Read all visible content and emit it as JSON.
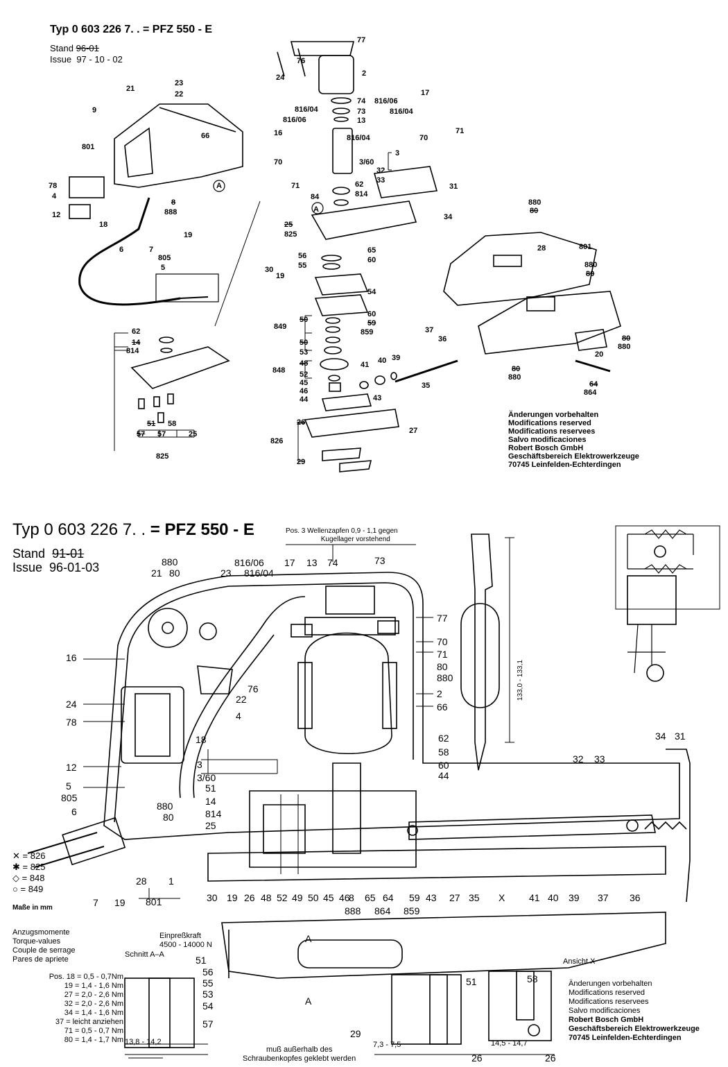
{
  "top": {
    "title_prefix": "Typ 0 603 226 7. .",
    "title_model": " = PFZ 550 - E",
    "stand_label": "Stand",
    "stand_value": "96-01",
    "issue_label": "Issue",
    "issue_value": "97 - 10 - 02",
    "labels": [
      "77",
      "76",
      "24",
      "2",
      "74",
      "73",
      "13",
      "17",
      "816/06",
      "816/04",
      "816/06",
      "816/04",
      "71",
      "70",
      "3",
      "3/60",
      "32",
      "33",
      "31",
      "816/04",
      "16",
      "70",
      "71",
      "62",
      "814",
      "84",
      "34",
      "25",
      "825",
      "A",
      "56",
      "55",
      "65",
      "60",
      "54",
      "30",
      "19",
      "60",
      "59",
      "859",
      "50",
      "50",
      "849",
      "53",
      "48",
      "848",
      "52",
      "45",
      "46",
      "44",
      "41",
      "40",
      "39",
      "43",
      "35",
      "37",
      "36",
      "26",
      "27",
      "826",
      "29",
      "21",
      "23",
      "22",
      "9",
      "66",
      "801",
      "A",
      "78",
      "4",
      "12",
      "18",
      "888",
      "8",
      "19",
      "7",
      "6",
      "805",
      "5",
      "62",
      "14",
      "814",
      "51",
      "58",
      "57",
      "57",
      "25",
      "825",
      "880",
      "80",
      "28",
      "801",
      "880",
      "80",
      "20",
      "80",
      "880",
      "80",
      "880",
      "64",
      "864"
    ],
    "notes": [
      "Änderungen vorbehalten",
      "Modifications reserved",
      "Modifications reservees",
      "Salvo modificaciones",
      "Robert Bosch GmbH",
      "Geschäftsbereich Elektrowerkzeuge",
      "70745 Leinfelden-Echterdingen"
    ]
  },
  "bottom": {
    "title_prefix": "Typ 0 603 226 7. .",
    "title_model": " = PFZ 550 - E",
    "stand_label": "Stand",
    "stand_value": "91-01",
    "issue_label": "Issue",
    "issue_value": "96-01-03",
    "pos3_note_line1": "Pos. 3 Wellenzapfen 0,9 - 1,1 gegen",
    "pos3_note_line2": "Kugellager vorstehend",
    "dim_vertical": "133,0 - 133,1",
    "labels": [
      "880",
      "21",
      "80",
      "23",
      "816/06",
      "816/04",
      "17",
      "13",
      "74",
      "73",
      "77",
      "70",
      "71",
      "80",
      "880",
      "2",
      "66",
      "16",
      "24",
      "78",
      "22",
      "4",
      "18",
      "76",
      "12",
      "5",
      "805",
      "6",
      "62",
      "58",
      "60",
      "44",
      "3",
      "3/60",
      "51",
      "14",
      "814",
      "25",
      "880",
      "80",
      "32",
      "33",
      "34",
      "31",
      "28",
      "1",
      "801",
      "7",
      "19",
      "30",
      "19",
      "26",
      "48",
      "52",
      "49",
      "50",
      "45",
      "46",
      "8",
      "65",
      "64",
      "59",
      "43",
      "27",
      "35",
      "41",
      "40",
      "39",
      "888",
      "864",
      "859",
      "X",
      "37",
      "36"
    ],
    "legend": [
      "= 826",
      "= 825",
      "= 848",
      "= 849"
    ],
    "units_note": "Maße in mm",
    "torque_title": [
      "Anzugsmomente",
      "Torque-values",
      "Couple de serrage",
      "Pares de apriete"
    ],
    "torque_values": [
      "Pos. 18 = 0,5 - 0,7Nm",
      "19 = 1,4 - 1,6 Nm",
      "27 = 2,0 - 2,6 Nm",
      "32 = 2,0 - 2,6 Nm",
      "34 = 1,4 - 1,6 Nm",
      "37 = leicht anziehen",
      "71 = 0,5 - 0,7 Nm",
      "80 = 1,4 - 1,7 Nm"
    ],
    "press_force_label": "Einpreßkraft",
    "press_force_value": "4500 - 14000 N",
    "section_label": "Schnitt A–A",
    "section_labels": [
      "51",
      "56",
      "55",
      "53",
      "54",
      "57"
    ],
    "dim_13": "13,8 - 14,2",
    "glue_note_line1": "muß außerhalb des",
    "glue_note_line2": "Schraubenkopfes geklebt werden",
    "section_a": "A",
    "detail_29": "29",
    "dim_7": "7,3 - 7,5",
    "dim_14": "14,5 - 14,7",
    "detail_labels": [
      "51",
      "58",
      "26",
      "26"
    ],
    "view_x": "Ansicht X",
    "notes": [
      "Änderungen vorbehalten",
      "Modifications reserved",
      "Modifications reservees",
      "Salvo modificaciones",
      "Robert Bosch GmbH",
      "Geschäftsbereich Elektrowerkzeuge",
      "70745 Leinfelden-Echterdingen"
    ]
  }
}
